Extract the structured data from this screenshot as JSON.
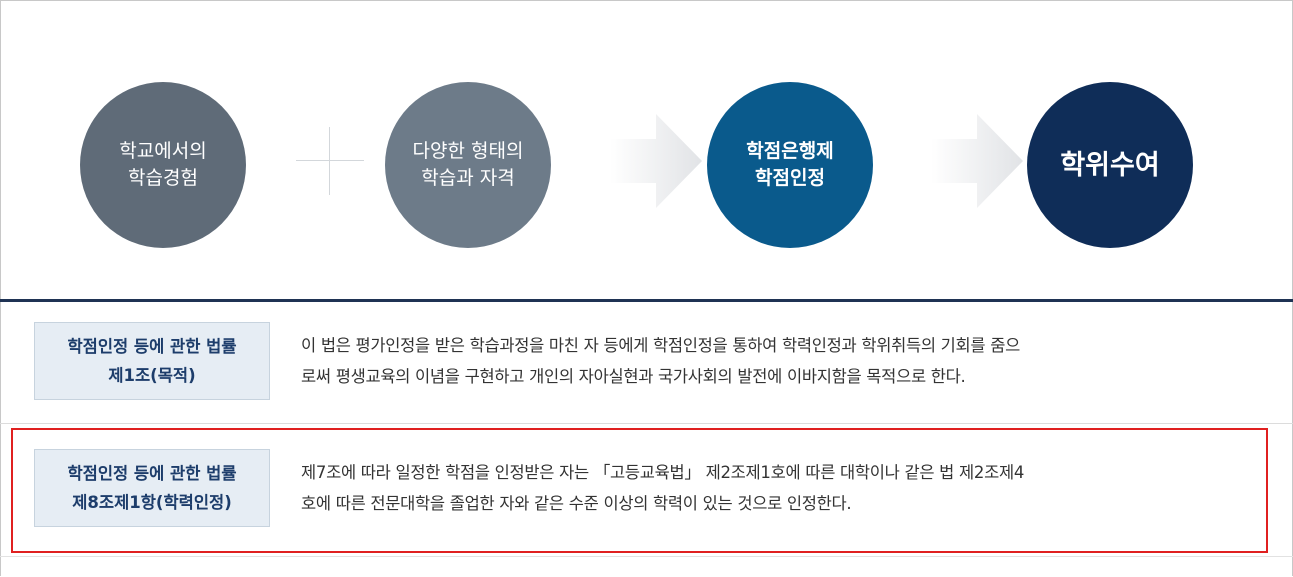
{
  "flow": {
    "steps": [
      {
        "lines": [
          "학교에서의",
          "학습경험"
        ]
      },
      {
        "lines": [
          "다양한 형태의",
          "학습과 자격"
        ]
      },
      {
        "lines": [
          "학점은행제",
          "학점인정"
        ]
      },
      {
        "lines": [
          "학위수여"
        ]
      }
    ],
    "connectors": [
      "plus-icon",
      "arrow-right-icon",
      "arrow-right-icon"
    ]
  },
  "laws": [
    {
      "title": [
        "학점인정 등에 관한 법률",
        "제1조(목적)"
      ],
      "text": [
        "이 법은 평가인정을 받은 학습과정을 마친 자 등에게 학점인정을 통하여 학력인정과 학위취득의 기회를 줌으",
        "로써 평생교육의 이념을 구현하고 개인의 자아실현과 국가사회의 발전에 이바지함을 목적으로 한다."
      ]
    },
    {
      "title": [
        "학점인정 등에 관한 법률",
        "제8조제1항(학력인정)"
      ],
      "text": [
        "제7조에 따라 일정한 학점을 인정받은 자는 「고등교육법」 제2조제1호에 따른 대학이나 같은 법 제2조제4",
        "호에 따른 전문대학을 졸업한 자와 같은 수준 이상의 학력이 있는 것으로 인정한다."
      ],
      "highlighted": true
    }
  ],
  "colors": {
    "step1": "#5f6b78",
    "step2": "#6d7b89",
    "step3": "#0a5a8c",
    "step4": "#0f2d58",
    "divider": "#1f3354",
    "label_bg": "#e6edf4",
    "label_text": "#1d3d6b",
    "highlight": "#e02020"
  }
}
